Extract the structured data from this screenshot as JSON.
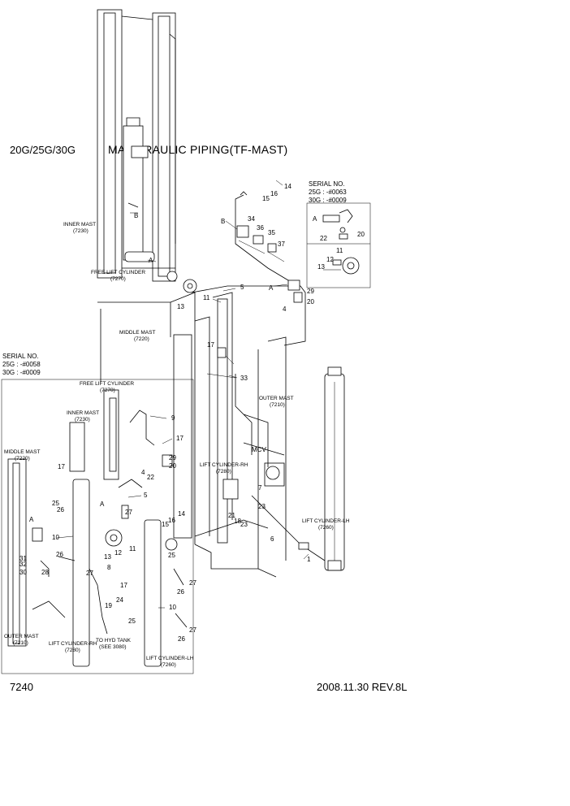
{
  "header": {
    "model": "20G/25G/30G",
    "title": "MA    YDRAULIC PIPING(TF-MAST)"
  },
  "footer": {
    "page_no": "7240",
    "revision": "2008.11.30  REV.8L"
  },
  "serial_top": {
    "title": "SERIAL NO.",
    "line1": "25G : -#0063",
    "line2": "30G : -#0009"
  },
  "serial_left": {
    "title": "SERIAL NO.",
    "line1": "25G : -#0058",
    "line2": "30G : -#0009"
  },
  "components": {
    "inner_mast": "INNER MAST",
    "inner_mast_code": "(7230)",
    "free_lift": "FREE LIFT CYLINDER",
    "free_lift_code": "(7270)",
    "middle_mast": "MIDDLE MAST",
    "middle_mast_code": "(7220)",
    "outer_mast": "OUTER MAST",
    "outer_mast_code": "(7210)",
    "lift_rh": "LIFT CYLINDER-RH",
    "lift_rh_code": "(7280)",
    "lift_lh": "LIFT CYLINDER-LH",
    "lift_lh_code": "(7260)",
    "to_hyd_tank": "TO HYD TANK",
    "see_ref": "(SEE 3080)",
    "mcv": "MCV"
  },
  "labels": {
    "n1": "1",
    "n4": "4",
    "n5": "5",
    "n6": "6",
    "n7": "7",
    "n8": "8",
    "n9": "9",
    "n10": "10",
    "n11": "11",
    "n12": "12",
    "n13": "13",
    "n14": "14",
    "n15": "15",
    "n16": "16",
    "n17": "17",
    "n18": "18",
    "n19": "19",
    "n20": "20",
    "n21": "21",
    "n22": "22",
    "n23": "23",
    "n24": "24",
    "n25": "25",
    "n26": "26",
    "n27": "27",
    "n28": "28",
    "n29": "29",
    "n30": "30",
    "n31": "31",
    "n32": "32",
    "n33": "33",
    "n34": "34",
    "n35": "35",
    "n36": "36",
    "n37": "37",
    "letter_a": "A",
    "letter_b": "B"
  }
}
